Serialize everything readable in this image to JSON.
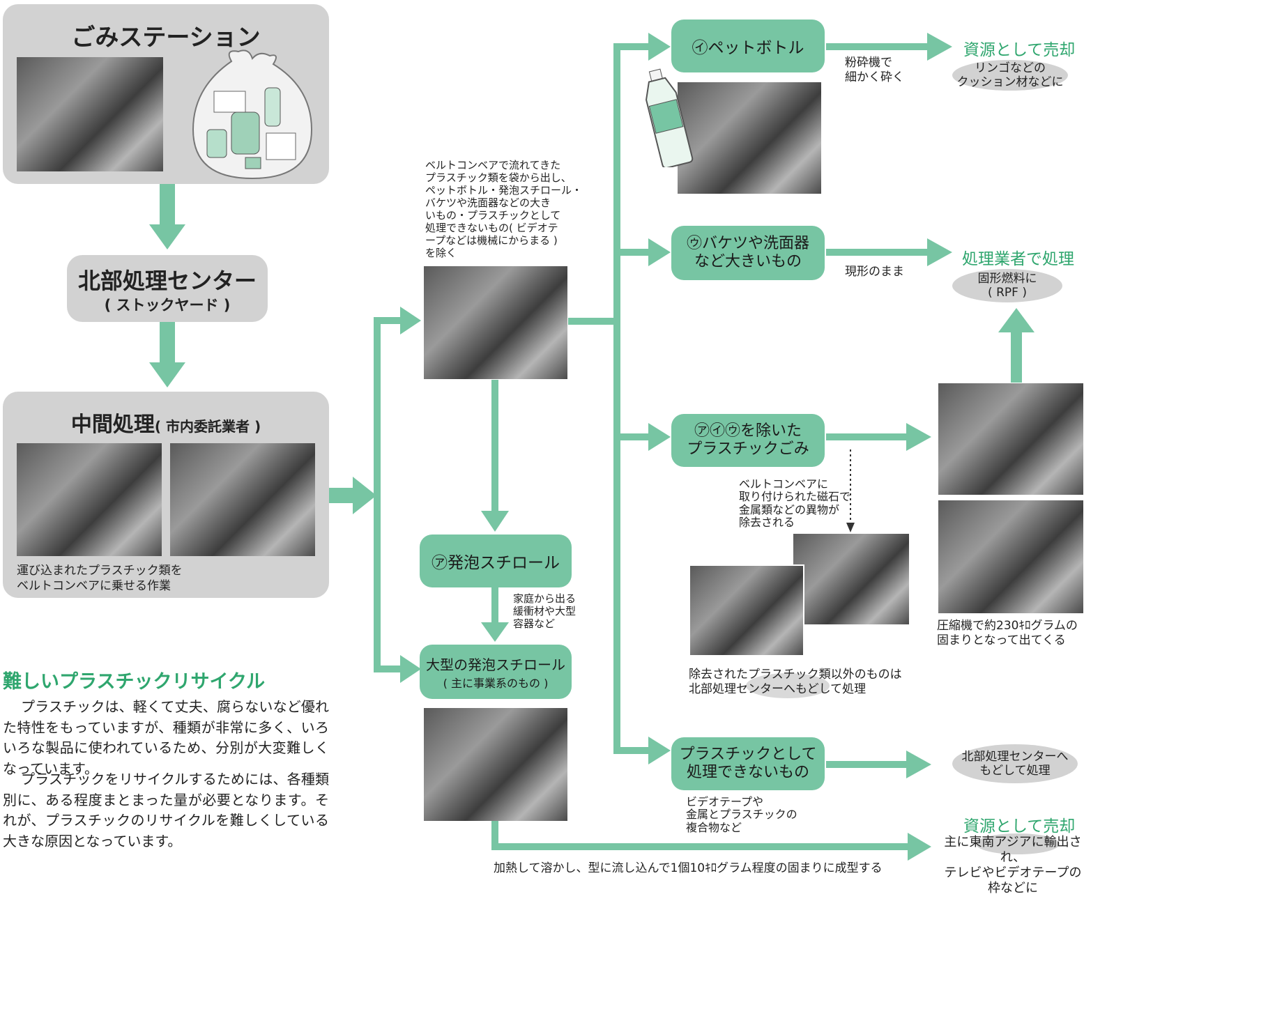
{
  "colors": {
    "green": "#77c5a3",
    "green_text": "#2fa66e",
    "gray_box": "#d2d2d2"
  },
  "station": {
    "title": "ごみステーション"
  },
  "north_center": {
    "title": "北部処理センター",
    "sub": "( ストックヤード )"
  },
  "intermediate": {
    "title": "中間処理",
    "sub": "( 市内委託業者 )",
    "caption": "運び込まれたプラスチック類を\nベルトコンベアに乗せる作業"
  },
  "conveyor_note": "ベルトコンベアで流れてきた\nプラスチック類を袋から出し、\nペットボトル・発泡スチロール・\nバケツや洗面器などの大き\nいもの・プラスチックとして\n処理できないもの( ビデオテ\nープなどは機械にからまる )\nを除く",
  "boxes": {
    "pet": "㋑ペットボトル",
    "bucket": "㋒バケツや洗面器\nなど大きいもの",
    "plastic_rest": "㋐㋑㋒を除いた\nプラスチックごみ",
    "styrofoam": "㋐発泡スチロール",
    "large_styrofoam": "大型の発泡スチロール",
    "large_styrofoam_sub": "( 主に事業系のもの )",
    "non_plastic": "プラスチックとして\n処理できないもの"
  },
  "notes": {
    "crusher": "粉砕機で\n細かく砕く",
    "as_is": "現形のまま",
    "magnet": "ベルトコンベアに\n取り付けられた磁石で\n金属類などの異物が\n除去される",
    "household": "家庭から出る\n緩衝材や大型\n容器など",
    "removed": "除去されたプラスチック類以外のものは\n北部処理センターへもどして処理",
    "compress": "圧縮機で約230ｷﾛグラムの\n固まりとなって出てくる",
    "videotape": "ビデオテープや\n金属とプラスチックの\n複合物など",
    "melt": "加熱して溶かし、型に流し込んで1個10ｷﾛグラム程度の固まりに成型する"
  },
  "outcomes": {
    "sell1_title": "資源として売却",
    "sell1_detail": "リンゴなどの\nクッション材などに",
    "vendor_title": "処理業者で処理",
    "vendor_detail": "固形燃料に\n( RPF )",
    "return_detail": "北部処理センターへ\nもどして処理",
    "sell2_title": "資源として売却",
    "sell2_detail": "主に東南アジアに輸出され、\nテレビやビデオテープの\n枠などに"
  },
  "article": {
    "title": "難しいプラスチックリサイクル",
    "p1": "プラスチックは、軽くて丈夫、腐らないなど優れた特性をもっていますが、種類が非常に多く、いろいろな製品に使われているため、分別が大変難しくなっています。",
    "p2": "プラスチックをリサイクルするためには、各種類別に、ある程度まとまった量が必要となります。それが、プラスチックのリサイクルを難しくしている大きな原因となっています。"
  }
}
